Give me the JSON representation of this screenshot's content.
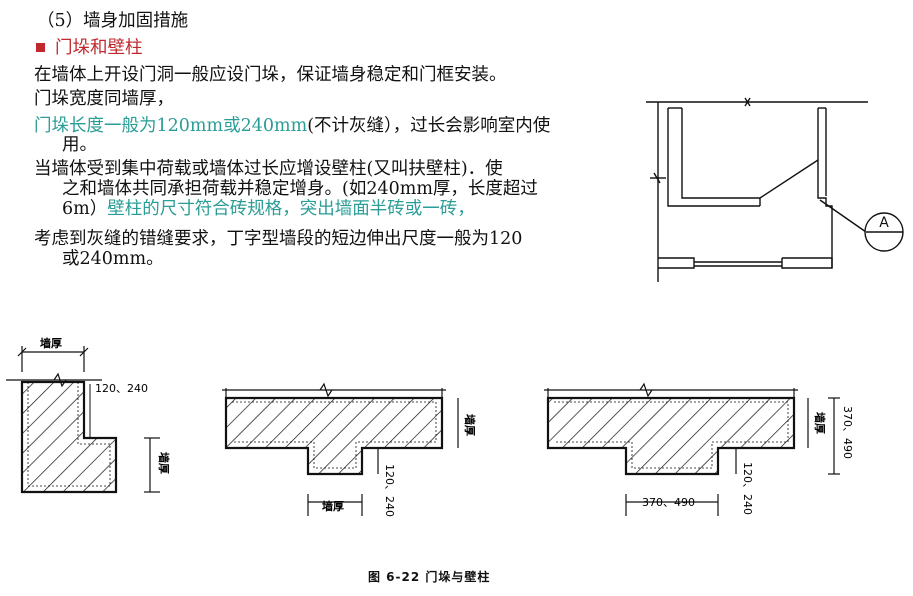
{
  "section_title": "（5）墙身加固措施",
  "subheading": "门垛和壁柱",
  "para1": "在墙体上开设门洞一般应设门垛，保证墙身稳定和门框安装。",
  "para2": "门垛宽度同墙厚，",
  "para3": {
    "cyan": "门垛长度一般为120mm或240mm",
    "rest": "(不计灰缝），过长会影响室内使",
    "cont": "用。"
  },
  "para4": {
    "line1": "当墙体受到集中荷载或墙体过长应增设壁柱(又叫扶壁柱)．使",
    "line2": "之和墙体共同承担荷载并稳定增身。(如240mm厚，长度超过",
    "line3_black": "6m）",
    "line3_cyan": "壁柱的尺寸符合砖规格，突出墙面半砖或一砖，"
  },
  "para5": {
    "line1": "考虑到灰缝的错缝要求，丁字型墙段的短边伸出尺度一般为120",
    "line2": "或240mm。"
  },
  "plan_label": "A",
  "dims": {
    "wall_thickness": "墙厚",
    "d120_240": "120、240",
    "d370_490": "370、490"
  },
  "caption": "图 6-22   门垛与壁柱",
  "colors": {
    "accent_red": "#c0282d",
    "accent_cyan": "#2a9d96"
  }
}
